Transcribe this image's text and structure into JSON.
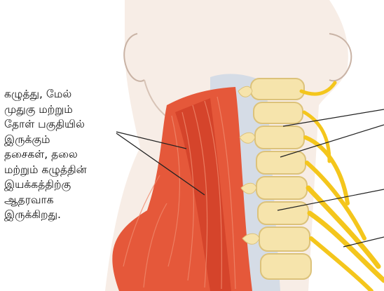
{
  "caption": {
    "lines": [
      "கழுத்து, மேல்",
      "முதுகு மற்றும்",
      "தோள் பகுதியில்",
      "இருக்கும்",
      "தசைகள், தலை",
      "மற்றும் கழுத்தின்",
      "இயக்கத்திற்கு",
      "ஆதரவாக",
      "இருக்கிறது."
    ]
  },
  "colors": {
    "skin": "#f7ede6",
    "muscle": "#e5583a",
    "muscle_dark": "#c8351f",
    "bone": "#f6e4ac",
    "bone_shadow": "#dcc27a",
    "nerve": "#f4c61c",
    "fascia": "#c9d6e6"
  }
}
